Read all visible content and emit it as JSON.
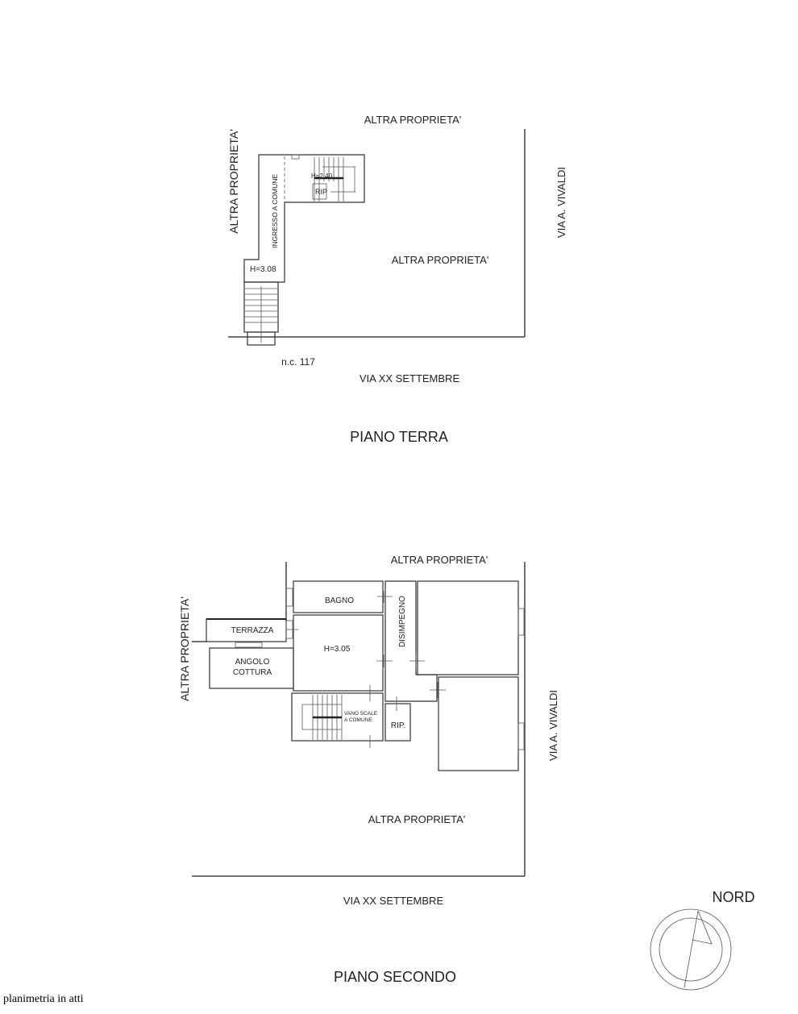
{
  "ground_floor": {
    "title": "PIANO TERRA",
    "top_label": "ALTRA PROPRIETA'",
    "left_label": "ALTRA PROPRIETA'",
    "center_label": "ALTRA PROPRIETA'",
    "right_street": "VIA A. VIVALDI",
    "bottom_street": "VIA XX SETTEMBRE",
    "civic_number": "n.c. 117",
    "corridor_label": "INGRESSO A COMUNE",
    "height_upper": "H=2.40",
    "height_lower": "H=3.08",
    "storage_label": "RIP"
  },
  "second_floor": {
    "title": "PIANO SECONDO",
    "top_label": "ALTRA PROPRIETA'",
    "left_label": "ALTRA PROPRIETA'",
    "bottom_label": "ALTRA PROPRIETA'",
    "right_street": "VIA A. VIVALDI",
    "bottom_street": "VIA XX SETTEMBRE",
    "rooms": {
      "bathroom": "BAGNO",
      "terrace": "TERRAZZA",
      "kitchen_line1": "ANGOLO",
      "kitchen_line2": "COTTURA",
      "main_height": "H=3.05",
      "hallway": "DISIMPEGNO",
      "stairs_line1": "VANO SCALE",
      "stairs_line2": "A COMUNE",
      "storage": "RIP."
    }
  },
  "compass": {
    "label": "NORD"
  },
  "caption": "planimetria in atti"
}
